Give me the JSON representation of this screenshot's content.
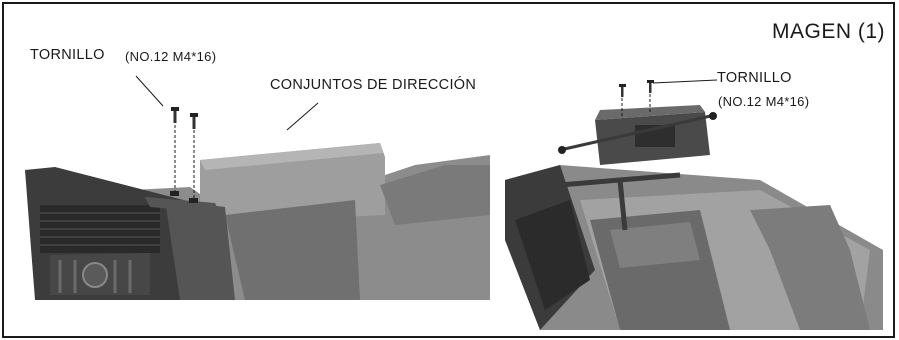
{
  "page_title": "MAGEN (1)",
  "left_panel": {
    "screw_label": "TORNILLO",
    "screw_spec": "(NO.12  M4*16)",
    "assembly_label": "CONJUNTOS DE DIRECCIÓN"
  },
  "right_panel": {
    "screw_label": "TORNILLO",
    "screw_spec": "(NO.12  M4*16)"
  },
  "colors": {
    "ink": "#1a1a1a",
    "body_dark": "#3a3a3a",
    "body_mid": "#6f6f6f",
    "body_light": "#9a9a9a"
  }
}
